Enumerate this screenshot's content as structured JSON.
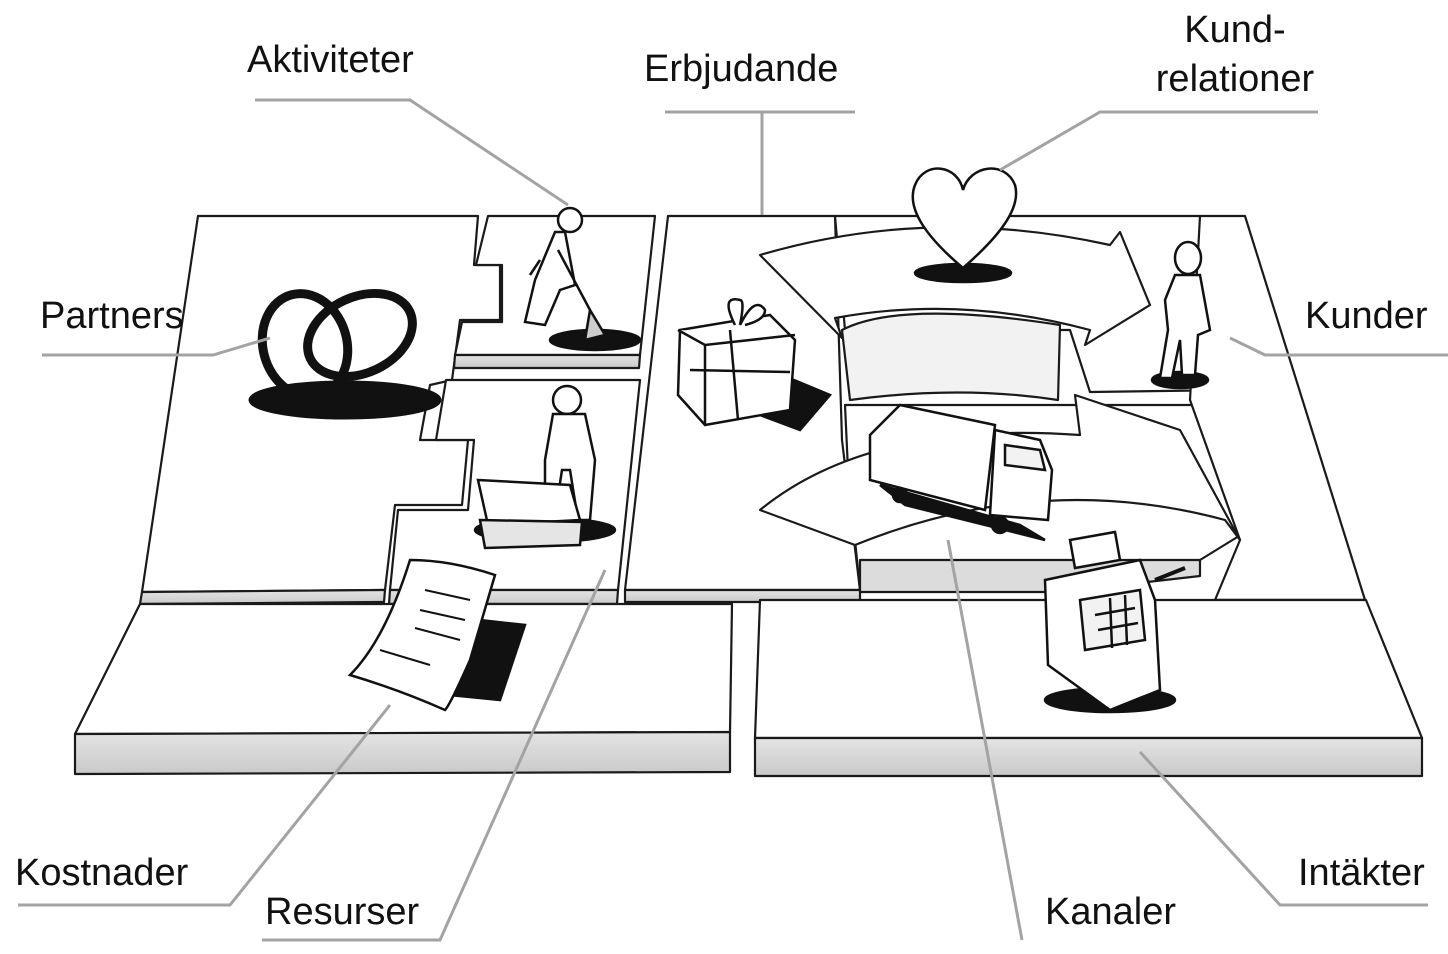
{
  "labels": {
    "aktiviteter": "Aktiviteter",
    "erbjudande": "Erbjudande",
    "kundrelationer_line1": "Kund-",
    "kundrelationer_line2": "relationer",
    "partners": "Partners",
    "kunder": "Kunder",
    "kostnader": "Kostnader",
    "resurser": "Resurser",
    "kanaler": "Kanaler",
    "intakter": "Intäkter"
  },
  "icons": [
    "rings-icon",
    "person-digging-icon",
    "person-with-machine-icon",
    "gift-box-icon",
    "heart-icon",
    "person-standing-icon",
    "truck-icon",
    "cash-register-icon",
    "invoice-icon"
  ]
}
